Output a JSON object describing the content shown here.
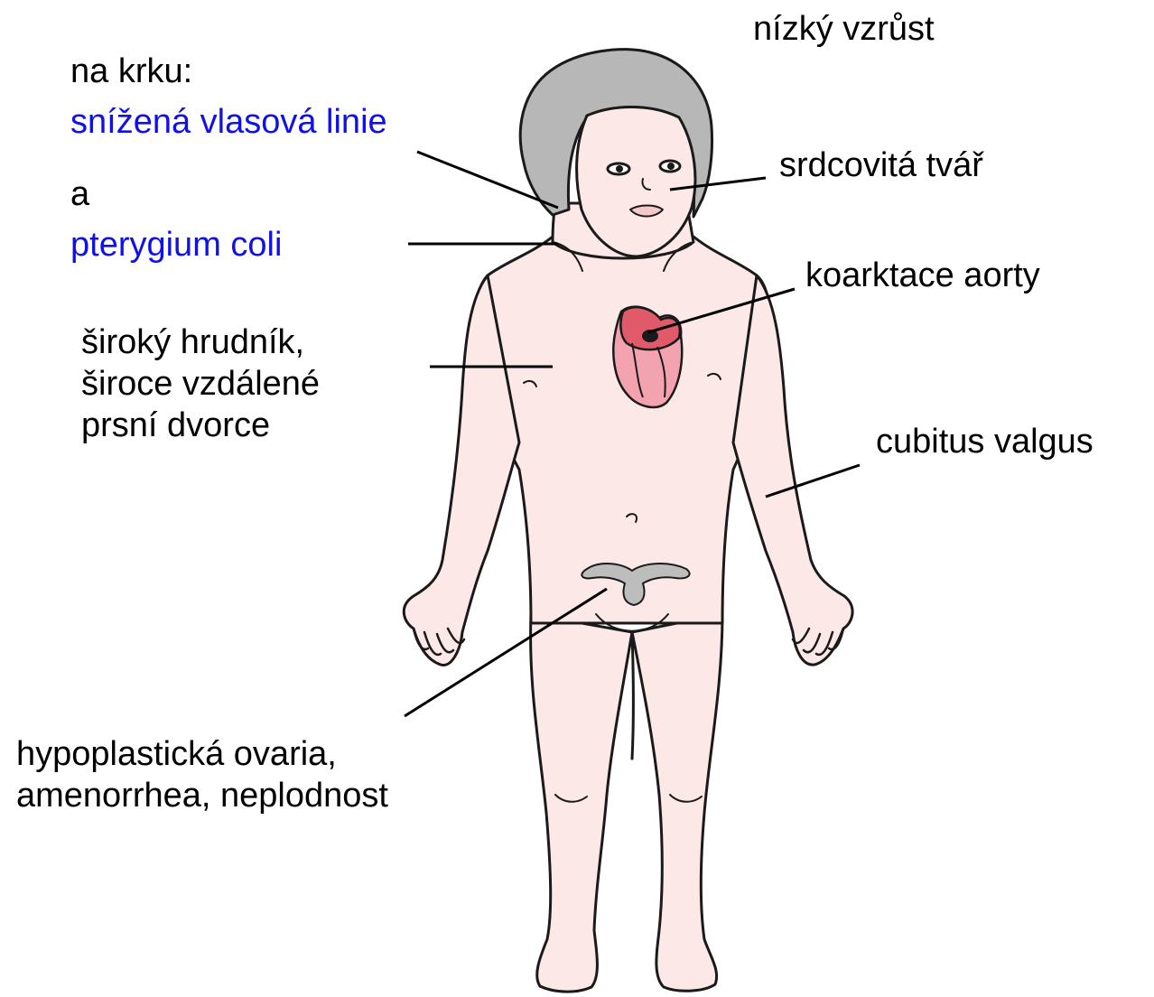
{
  "labels": {
    "short_stature": "nízký vzrůst",
    "neck_heading": "na krku:",
    "low_hairline": "snížená vlasová linie",
    "and_word": "a",
    "webbed_neck": "pterygium coli",
    "heart_face": "srdcovitá tvář",
    "coarctation": "koarktace aorty",
    "broad_chest": [
      "široký hrudník,",
      "široce vzdálené",
      "prsní dvorce"
    ],
    "cubitus": "cubitus valgus",
    "ovaries": [
      "hypoplastická ovaria,",
      "amenorrhea, neplodnost"
    ]
  },
  "colors": {
    "text": "#000000",
    "highlight_text": "#1010e8",
    "skin": "#fde8e8",
    "outline": "#1a1a1a",
    "hair": "#b7b7b7",
    "heart": "#e05a6a",
    "heart_light": "#f3a3b0",
    "ovary": "#bdbdbd",
    "leader_line": "#000000"
  }
}
